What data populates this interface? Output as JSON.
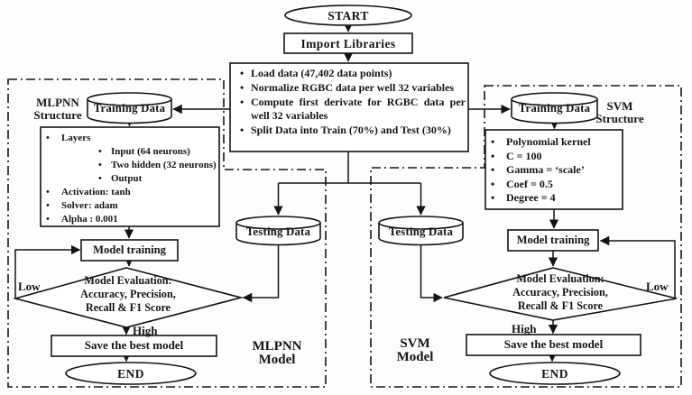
{
  "flow": {
    "start_label": "START",
    "import_label": "Import Libraries",
    "bullet_glyph": "•",
    "preprocess_steps": [
      "Load data (47,402 data points)",
      "Normalize RGBC data per well 32 variables",
      "Compute first derivate for RGBC data per well 32 variables",
      "Split Data into Train (70%) and Test (30%)"
    ]
  },
  "mlpnn": {
    "structure_label_line1": "MLPNN",
    "structure_label_line2": "Structure",
    "training_data_label": "Training Data",
    "testing_data_label": "Testing Data",
    "layers_label": "Layers",
    "layer_items": [
      "Input (64 neurons)",
      "Two hidden (32 neurons)",
      "Output"
    ],
    "param_items": [
      "Activation: tanh",
      "Solver: adam",
      "Alpha : 0.001"
    ],
    "model_training_label": "Model training",
    "evaluation_lines": [
      "Model Evaluation:",
      "Accuracy, Precision,",
      "Recall & F1 Score"
    ],
    "low_label": "Low",
    "high_label": "High",
    "save_label": "Save the best model",
    "end_label": "END",
    "model_label_line1": "MLPNN",
    "model_label_line2": "Model"
  },
  "svm": {
    "structure_label_line1": "SVM",
    "structure_label_line2": "Structure",
    "training_data_label": "Training Data",
    "testing_data_label": "Testing Data",
    "param_items": [
      "Polynomial kernel",
      "C = 100",
      "Gamma = ‘scale’",
      "Coef = 0.5",
      "Degree = 4"
    ],
    "model_training_label": "Model training",
    "evaluation_lines": [
      "Model Evaluation:",
      "Accuracy, Precision,",
      "Recall & F1 Score"
    ],
    "low_label": "Low",
    "high_label": "High",
    "save_label": "Save the best model",
    "end_label": "END",
    "model_label_line1": "SVM",
    "model_label_line2": "Model"
  },
  "colors": {
    "ink": "#141414",
    "background": "#ffffff"
  }
}
